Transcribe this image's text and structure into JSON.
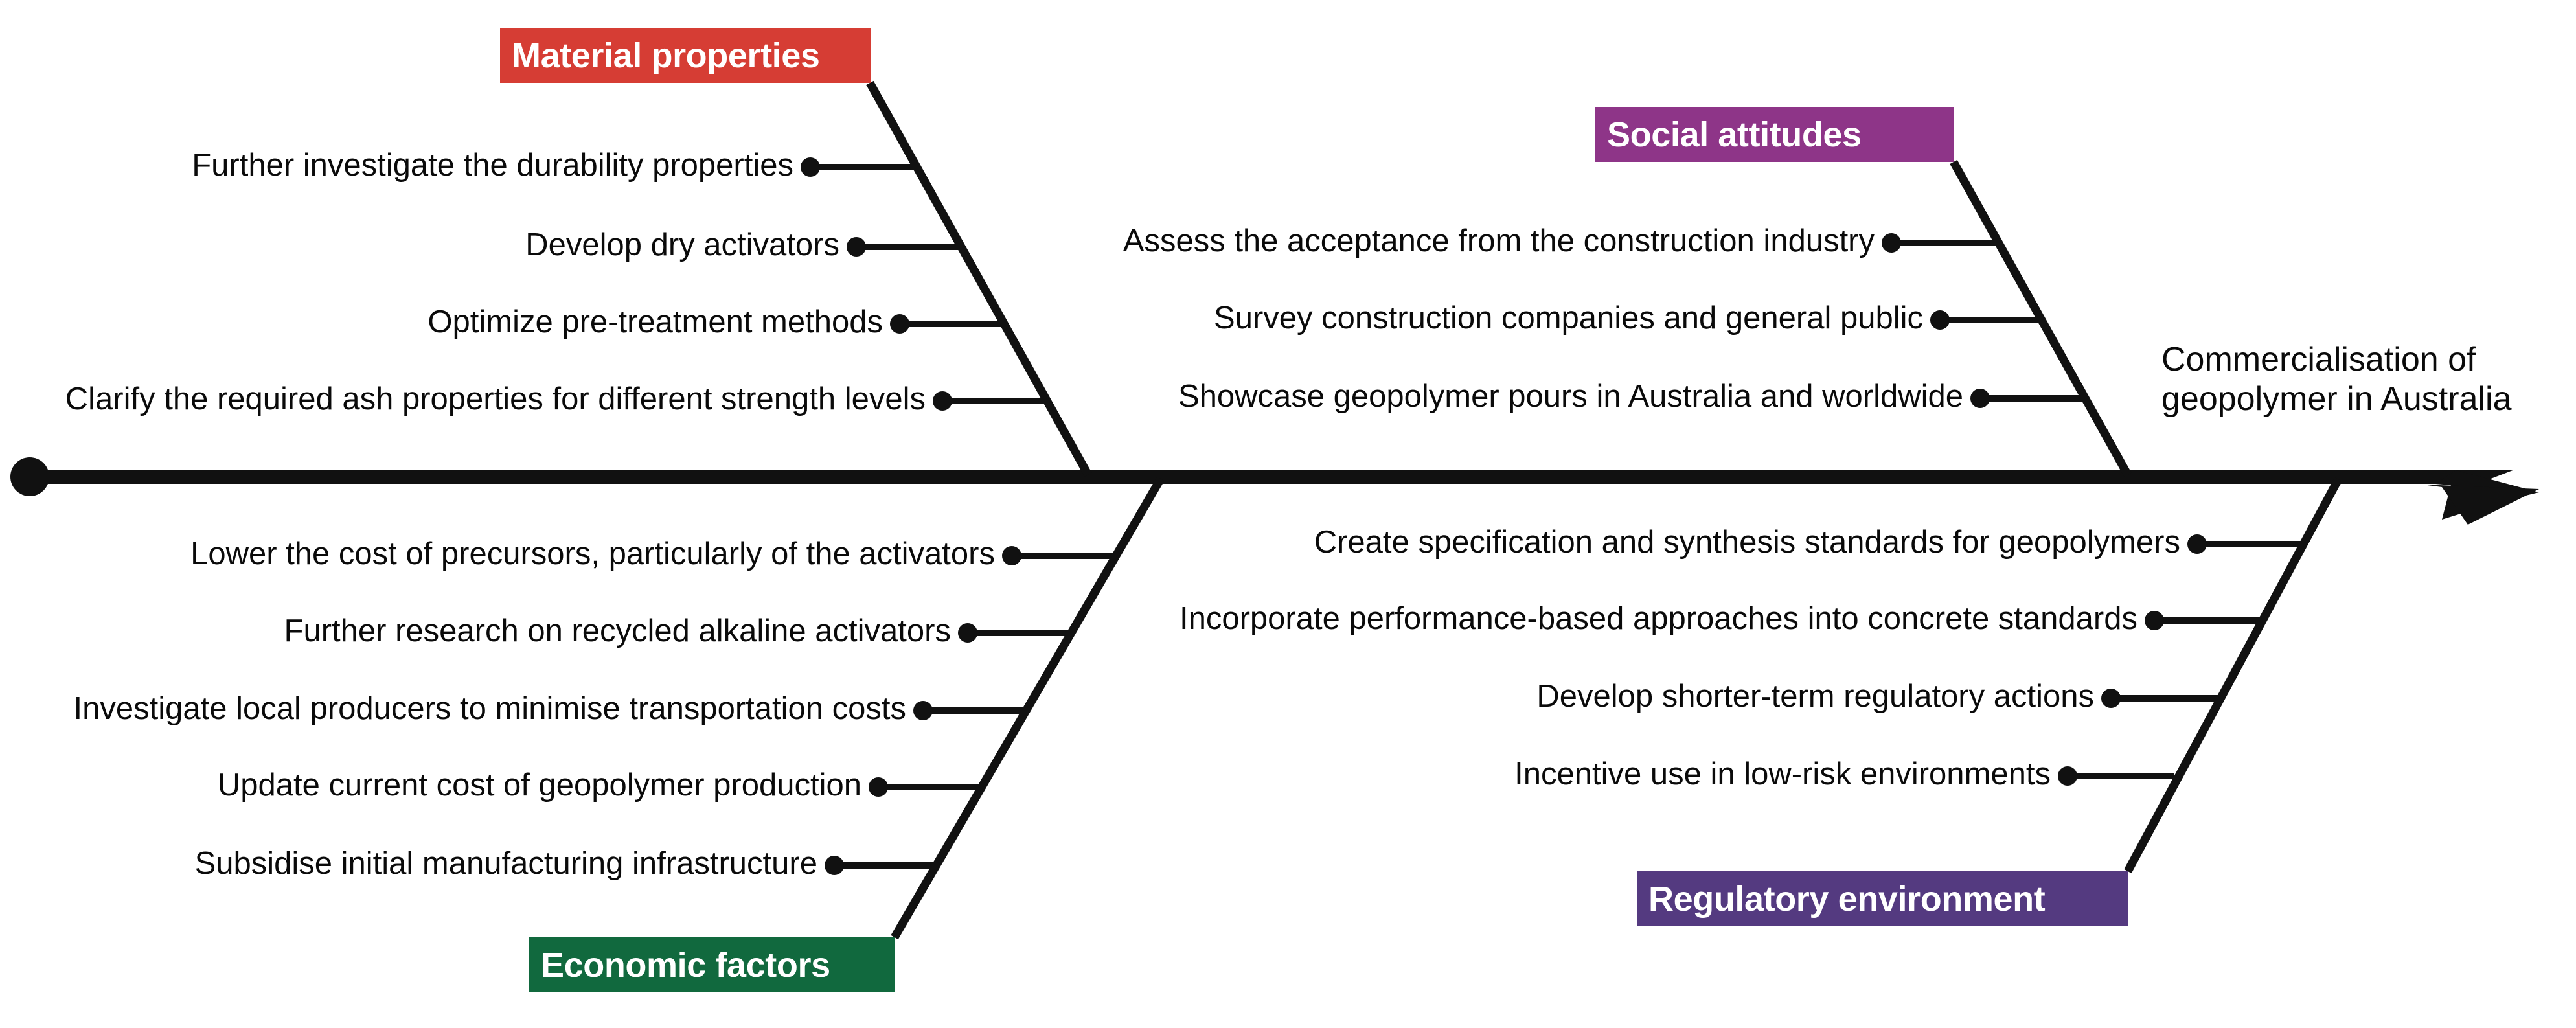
{
  "diagram": {
    "type": "fishbone-ishikawa",
    "head_effect": {
      "line1": "Commercialisation of",
      "line2": "geopolymer in Australia"
    },
    "spine_color": "#111111",
    "categories": [
      {
        "id": "material-properties",
        "label": "Material properties",
        "color": "#D63D34",
        "position": "upper-left",
        "causes": [
          "Further investigate the durability properties",
          "Develop dry activators",
          "Optimize pre-treatment methods",
          "Clarify the required ash properties for different strength levels"
        ]
      },
      {
        "id": "social-attitudes",
        "label": "Social attitudes",
        "color": "#8E3588",
        "position": "upper-right",
        "causes": [
          "Assess the acceptance from the construction industry",
          "Survey construction companies and general public",
          "Showcase geopolymer pours in Australia and worldwide"
        ]
      },
      {
        "id": "economic-factors",
        "label": "Economic factors",
        "color": "#11693E",
        "position": "lower-left",
        "causes": [
          "Lower the cost of precursors, particularly of the activators",
          "Further research on recycled alkaline activators",
          "Investigate local producers to minimise transportation costs",
          "Update current cost of geopolymer production",
          "Subsidise initial manufacturing infrastructure"
        ]
      },
      {
        "id": "regulatory-environment",
        "label": "Regulatory environment",
        "color": "#543A80",
        "position": "lower-right",
        "causes": [
          "Create specification and synthesis standards for geopolymers",
          "Incorporate performance-based approaches into concrete standards",
          "Develop shorter-term regulatory actions",
          "Incentive use in low-risk environments"
        ]
      }
    ]
  }
}
